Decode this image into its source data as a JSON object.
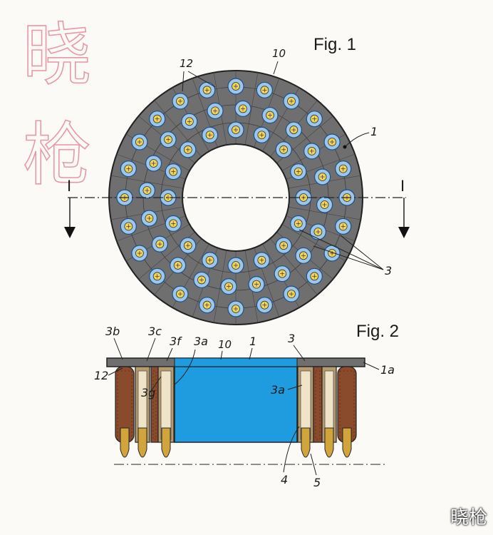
{
  "figures": [
    {
      "title": "Fig. 1"
    },
    {
      "title": "Fig. 2"
    }
  ],
  "fig1_labels": {
    "ring": "10",
    "body": "1",
    "hole": "12",
    "section_left": "I",
    "section_right": "I",
    "cartridges": "3"
  },
  "fig2_labels": {
    "l_3b": "3b",
    "l_3c": "3c",
    "l_3f": "3f",
    "l_3a_top": "3a",
    "l_10": "10",
    "l_1": "1",
    "l_3": "3",
    "l_1a": "1a",
    "l_12": "12",
    "l_3g": "3g",
    "l_3a_right": "3a",
    "l_4": "4",
    "l_5": "5"
  },
  "seal_text": "晓\n枪",
  "watermark": "晓枪",
  "colors": {
    "ring_gray": "#6f6f6f",
    "cartridge_blue": "#9cc7e8",
    "cartridge_ring": "#1f4f8a",
    "primer_yellow": "#f2d35a",
    "cavity_blue": "#1f9be0",
    "wood_brown": "#8a4a2c",
    "bullet_gold": "#d2a53c",
    "seal_pink": "#e59aa6"
  }
}
